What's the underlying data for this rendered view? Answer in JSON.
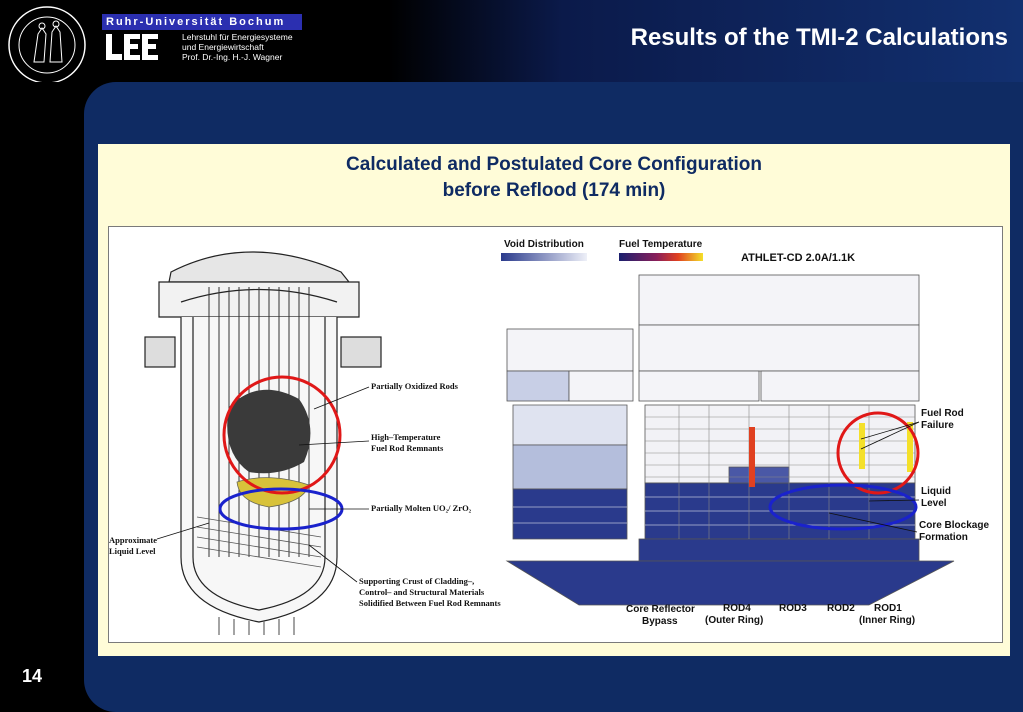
{
  "header": {
    "university_label": "Ruhr-Universität Bochum",
    "seal_name": "university-seal",
    "lee_logo_text": "LEE",
    "chair_lines": [
      "Lehrstuhl für Energiesysteme",
      "und Energiewirtschaft",
      "Prof. Dr.-Ing. H.-J. Wagner"
    ],
    "slide_title": "Results of the TMI-2 Calculations"
  },
  "figure": {
    "title_line1": "Calculated and Postulated Core Configuration",
    "title_line2": "before Reflood (174 min)",
    "vessel_labels": {
      "oxidized": "Partially Oxidized Rods",
      "remnants_1": "High–Temperature",
      "remnants_2": "Fuel Rod Remnants",
      "molten": "Partially Molten UO₂/ ZrO₂",
      "liquid_1": "Approximate",
      "liquid_2": "Liquid Level",
      "crust_1": "Supporting Crust of Cladding–,",
      "crust_2": "Control– and Structural Materials",
      "crust_3": "Solidified Between Fuel Rod Remnants"
    },
    "model": {
      "void_legend": "Void Distribution",
      "temp_legend": "Fuel Temperature",
      "code_name": "ATHLET-CD 2.0A/1.1K",
      "fuel_rod_failure_1": "Fuel Rod",
      "fuel_rod_failure_2": "Failure",
      "liquid_level_1": "Liquid",
      "liquid_level_2": "Level",
      "blockage_1": "Core Blockage",
      "blockage_2": "Formation",
      "bypass_1": "Core Reflector",
      "bypass_2": "Bypass",
      "rod4": "ROD4",
      "rod4_sub": "(Outer Ring)",
      "rod3": "ROD3",
      "rod2": "ROD2",
      "rod1": "ROD1",
      "rod1_sub": "(Inner Ring)"
    },
    "colors": {
      "red_circle": "#e01818",
      "blue_circle": "#1a22cc",
      "void_dark": "#2a3a8c",
      "void_light": "#e8ecf6"
    }
  },
  "footer": {
    "page_number": "14"
  }
}
